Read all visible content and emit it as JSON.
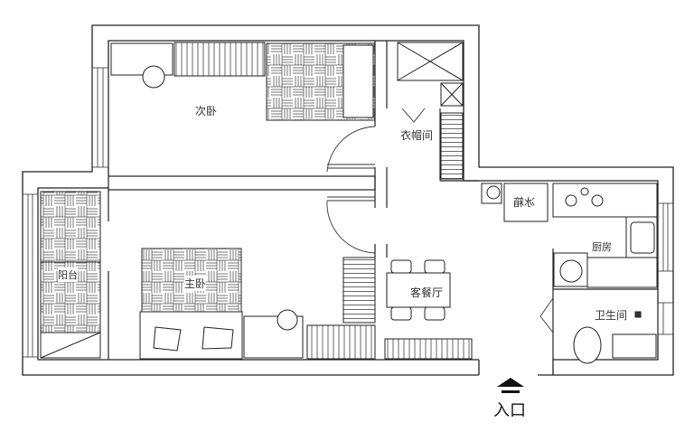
{
  "rooms": {
    "second_bedroom": "次卧",
    "walk_in_closet": "衣帽间",
    "master_bedroom": "主卧",
    "balcony": "阳台",
    "living_dining": "客餐厅",
    "kitchen": "厨房",
    "bathroom": "卫生间"
  },
  "appliances": {
    "fridge": "冰箱"
  },
  "entrance": {
    "label": "入口"
  },
  "colors": {
    "wall": "#222222",
    "line": "#444444",
    "background": "#ffffff"
  }
}
